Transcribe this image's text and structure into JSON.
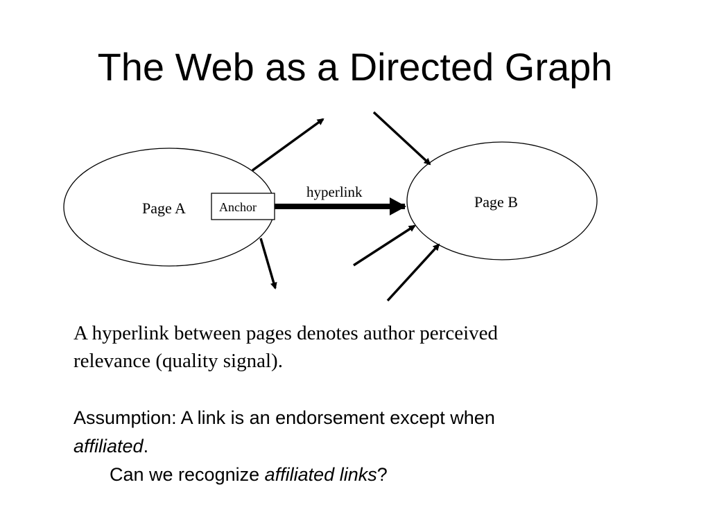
{
  "title": "The Web as a Directed Graph",
  "diagram": {
    "page_a_label": "Page A",
    "page_b_label": "Page B",
    "anchor_label": "Anchor",
    "edge_label": "hyperlink"
  },
  "text": {
    "line1": "A hyperlink between pages denotes author perceived",
    "line2": "relevance (quality signal).",
    "assumption": "Assumption: A link is an endorsement except when",
    "affiliated": "affiliated",
    "period": ".",
    "question_prefix": "Can we recognize ",
    "question_em": "affiliated links",
    "question_suffix": "?"
  }
}
